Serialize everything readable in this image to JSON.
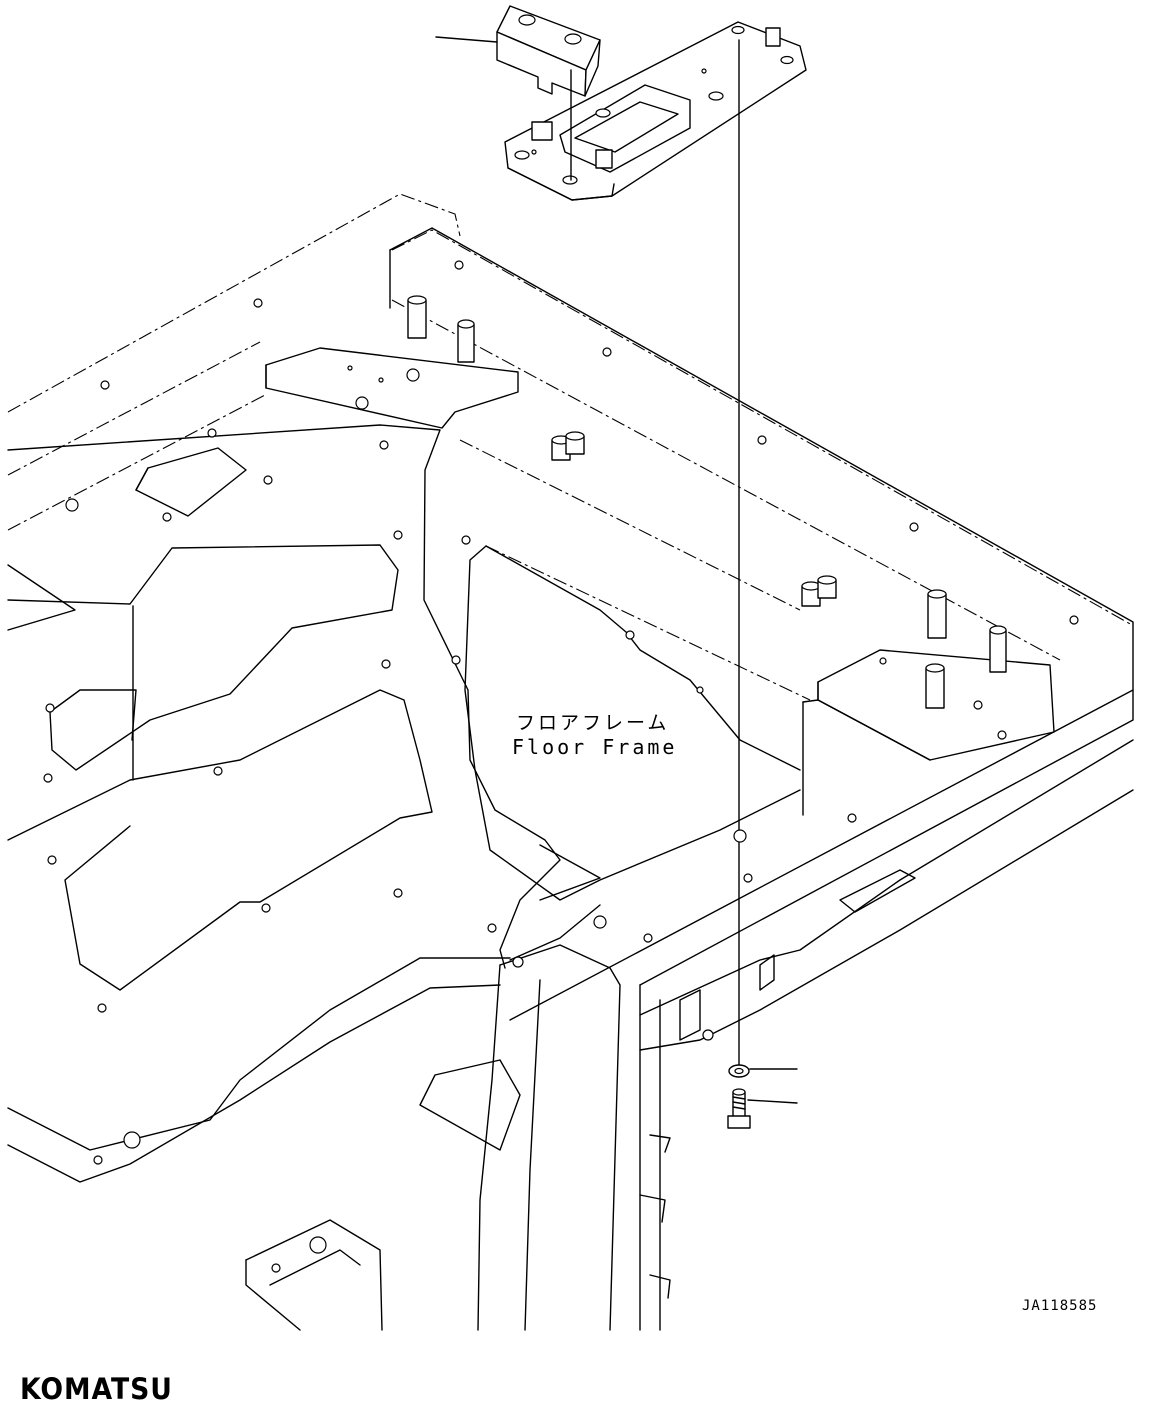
{
  "diagram": {
    "frame_label_jp": "フロアフレーム",
    "frame_label_en": "Floor Frame",
    "drawing_number": "JA118585"
  },
  "footer": {
    "brand": "KOMATSU"
  }
}
